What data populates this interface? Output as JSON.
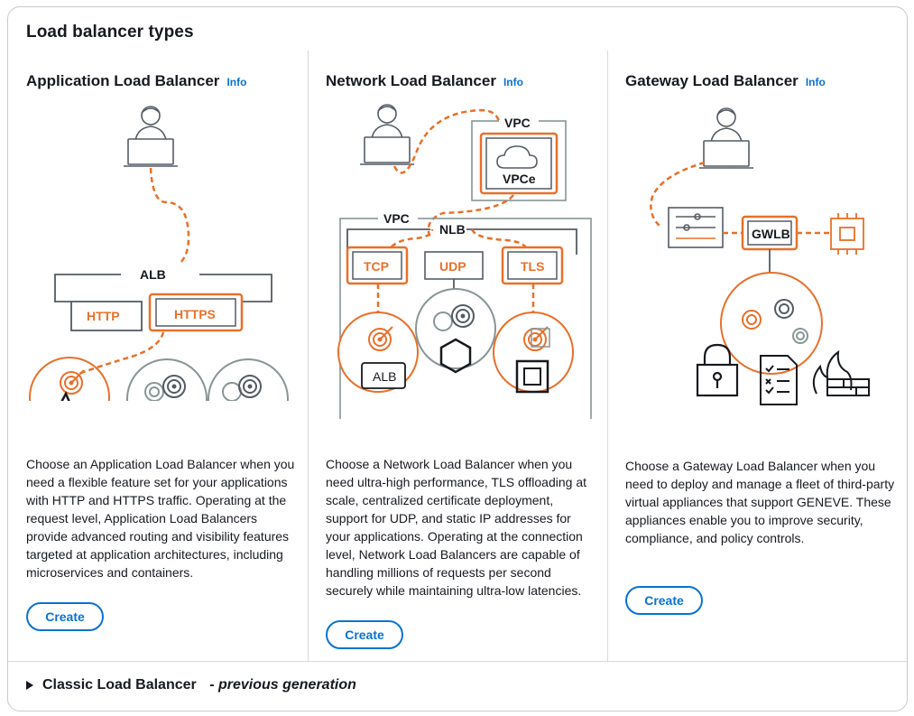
{
  "title": "Load balancer types",
  "cards": [
    {
      "title": "Application Load Balancer",
      "info": "Info",
      "description": "Choose an Application Load Balancer when you need a flexible feature set for your applications with HTTP and HTTPS traffic. Operating at the request level, Application Load Balancers provide advanced routing and visibility features targeted at application architectures, including microservices and containers.",
      "create_label": "Create",
      "diagram": {
        "group": "ALB",
        "ports": [
          "HTTP",
          "HTTPS"
        ]
      }
    },
    {
      "title": "Network Load Balancer",
      "info": "Info",
      "description": "Choose a Network Load Balancer when you need ultra-high performance, TLS offloading at scale, centralized certificate deployment, support for UDP, and static IP addresses for your applications. Operating at the connection level, Network Load Balancers are capable of handling millions of requests per second securely while maintaining ultra-low latencies.",
      "create_label": "Create",
      "diagram": {
        "vpc": "VPC",
        "endpoint": "VPCe",
        "group": "NLB",
        "ports": [
          "TCP",
          "UDP",
          "TLS"
        ],
        "target": "ALB"
      }
    },
    {
      "title": "Gateway Load Balancer",
      "info": "Info",
      "description": "Choose a Gateway Load Balancer when you need to deploy and manage a fleet of third-party virtual appliances that support GENEVE. These appliances enable you to improve security, compliance, and policy controls.",
      "create_label": "Create",
      "diagram": {
        "group": "GWLB"
      }
    }
  ],
  "classic": {
    "label": "Classic Load Balancer",
    "separator": " - ",
    "sub": "previous generation"
  },
  "colors": {
    "accent": "#e8702a",
    "link": "#0972d3",
    "line": "#545b64",
    "gray": "#879596"
  }
}
